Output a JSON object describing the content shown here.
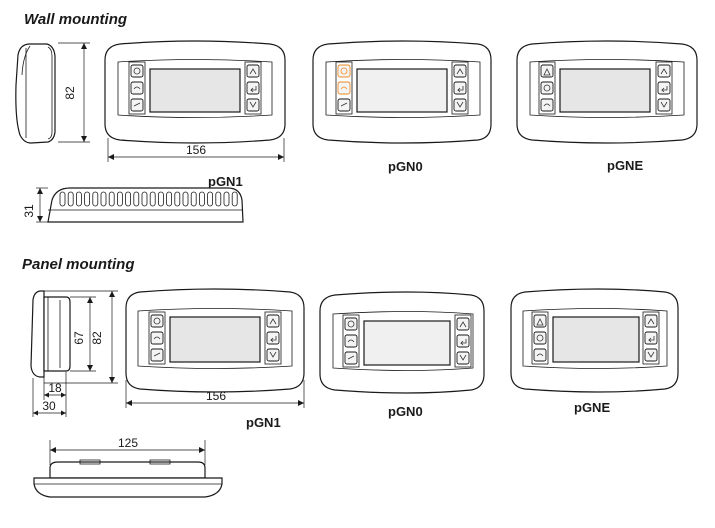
{
  "sections": [
    {
      "title": "Wall mounting",
      "devices": [
        {
          "label": "pGN1",
          "keys": "pgn1"
        },
        {
          "label": "pGN0",
          "keys": "pgn0"
        },
        {
          "label": "pGNE",
          "keys": "pgne"
        }
      ],
      "dims": {
        "height": "82",
        "width": "156",
        "depth": "31"
      }
    },
    {
      "title": "Panel mounting",
      "devices": [
        {
          "label": "pGN1",
          "keys": "pgn1"
        },
        {
          "label": "pGN0",
          "keys": "pgn0"
        },
        {
          "label": "pGNE",
          "keys": "pgne"
        }
      ],
      "dims": {
        "height": "82",
        "inner_height": "67",
        "width": "156",
        "depth_inner": "18",
        "depth_total": "30",
        "cutout_width": "125"
      }
    }
  ],
  "colors": {
    "outline": "#1a1a1a",
    "screen": "#e6e6e6",
    "key_orange": "#f08a24"
  }
}
